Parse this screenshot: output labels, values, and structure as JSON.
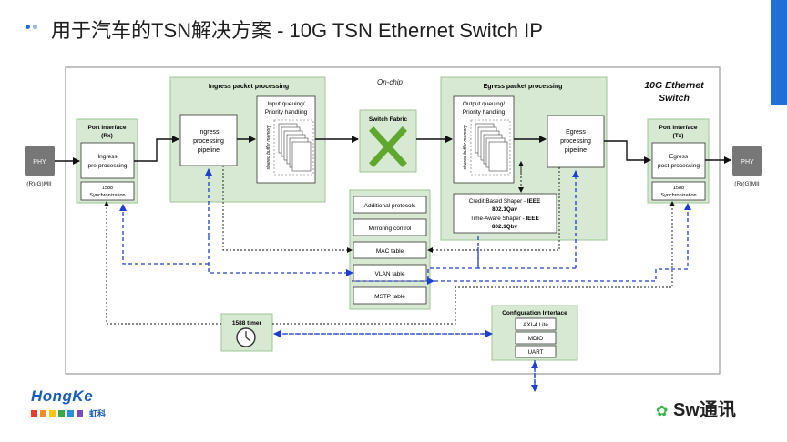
{
  "title": "用于汽车的TSN解决方案 - 10G TSN Ethernet Switch IP",
  "colors": {
    "accent": "#1f6fd6",
    "block_fill": "#d7e9d3",
    "block_border": "#9cc594",
    "arrow_blue": "#1f3fd0",
    "fabric_x": "#5fa82e"
  },
  "diagram": {
    "on_chip_label": "On-chip",
    "chip_title_line1": "10G Ethernet",
    "chip_title_line2": "Switch",
    "phy_left": {
      "label": "PHY",
      "caption": "(R)(G)MII"
    },
    "phy_right": {
      "label": "PHY",
      "caption": "(R)(G)MII"
    },
    "port_rx": {
      "title_line1": "Port interface",
      "title_line2": "(Rx)",
      "pre_line1": "Ingress",
      "pre_line2": "pre-processing",
      "sync_line1": "1588",
      "sync_line2": "Synchronization"
    },
    "port_tx": {
      "title_line1": "Port interface",
      "title_line2": "(Tx)",
      "post_line1": "Egress",
      "post_line2": "post-processing",
      "sync_line1": "1588",
      "sync_line2": "Synchronization"
    },
    "ingress": {
      "title": "Ingress packet processing",
      "pipe_line1": "Ingress",
      "pipe_line2": "processing",
      "pipe_line3": "pipeline",
      "queue_line1": "Input queuing/",
      "queue_line2": "Priority handling",
      "memory": "shared buffer memory"
    },
    "egress": {
      "title": "Egress packet processing",
      "pipe_line1": "Egress",
      "pipe_line2": "processing",
      "pipe_line3": "pipeline",
      "queue_line1": "Output queuing/",
      "queue_line2": "Priority handling",
      "memory": "shared buffer memory",
      "shaper_line1": "Credit Based Shaper - ",
      "shaper_line1b": "IEEE",
      "shaper_line2": "802.1Qav",
      "shaper_line3": "Time-Aware Shaper - ",
      "shaper_line3b": "IEEE",
      "shaper_line4": "802.1Qbv"
    },
    "switch_fabric": "Switch Fabric",
    "tables": [
      "Additional protocols",
      "Mirroring control",
      "MAC table",
      "VLAN table",
      "MSTP table"
    ],
    "timer": "1588 timer",
    "config": {
      "title": "Configuration Interface",
      "items": [
        "AXI-4 Lite",
        "MDIO",
        "UART"
      ]
    }
  },
  "logo": {
    "name": "HongKe",
    "cn": "虹科",
    "squares": [
      "#e63b2e",
      "#f28c28",
      "#f5c518",
      "#39a845",
      "#2a8fd6",
      "#7b4bb8"
    ]
  },
  "watermark": "Sw通讯"
}
